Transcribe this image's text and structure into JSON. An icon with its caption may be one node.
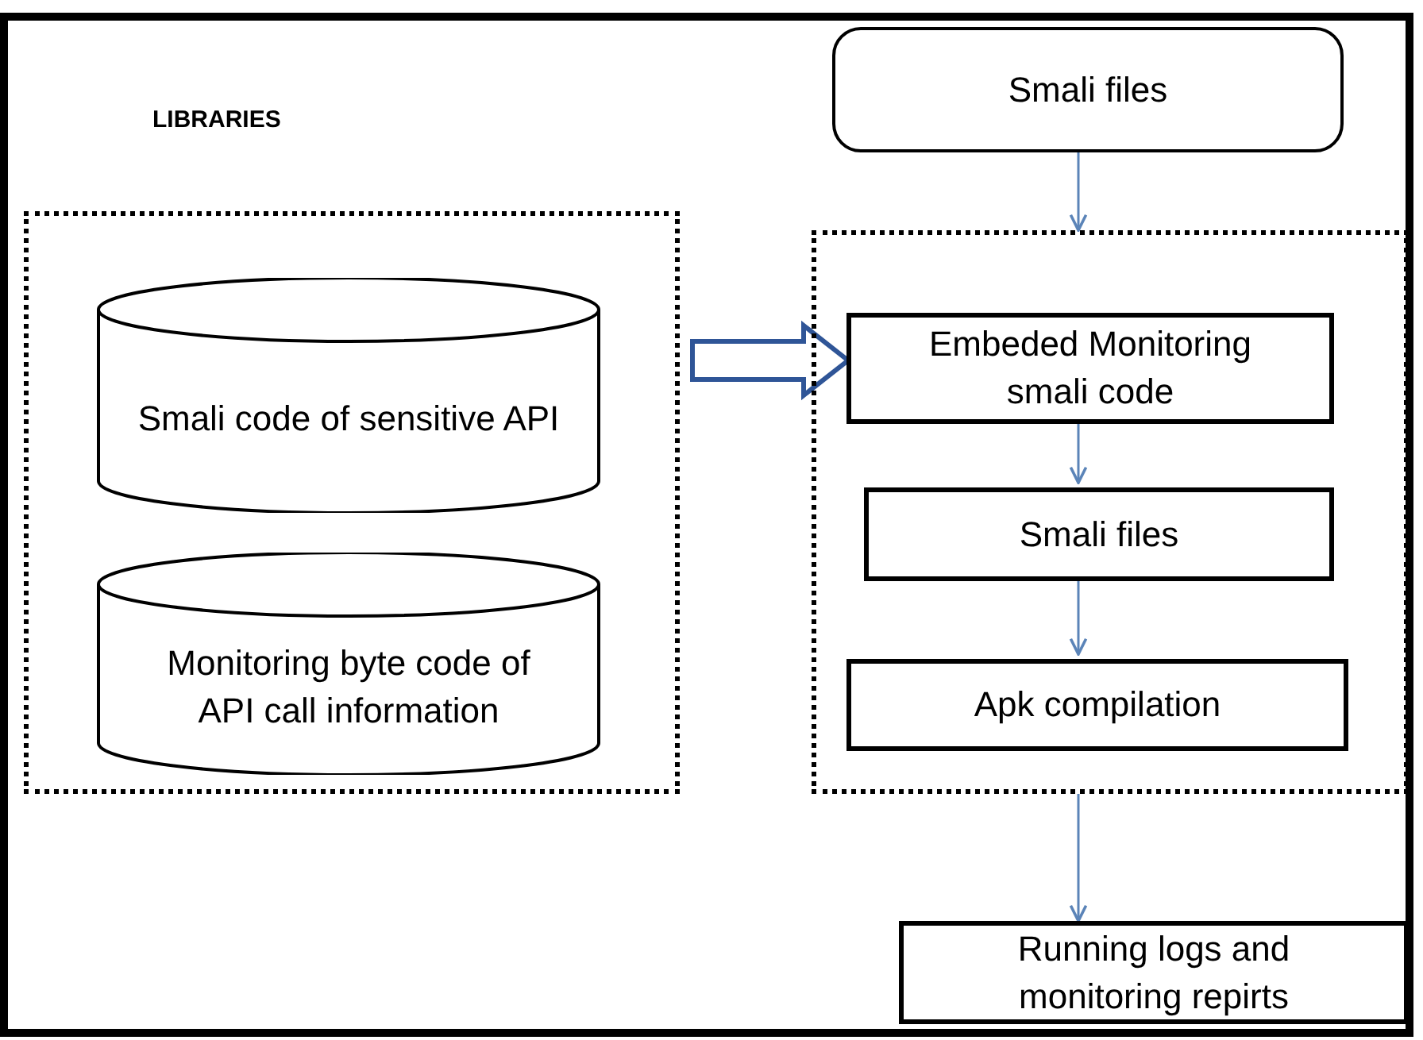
{
  "diagram": {
    "nodes": [
      {
        "text": [
          "LIBRARIES"
        ]
      },
      {
        "text": [
          "Smali code of sensitive API"
        ],
        "in": 0
      },
      {
        "text": [
          "Monitoring byte code of API call information"
        ],
        "in": 0
      },
      {
        "text": [
          "Smali files"
        ]
      },
      {
        "text": [],
        "shape": "box"
      },
      {
        "text": [
          "Embeded Monitoring smali code"
        ],
        "in": 4
      },
      {
        "text": [
          "Smali files"
        ],
        "in": 4
      },
      {
        "text": [
          "Apk compilation"
        ],
        "in": 4
      },
      {
        "text": [
          "Running logs and monitoring repirts"
        ]
      }
    ],
    "edges": [
      {
        "from": 3,
        "to": 4,
        "arrow": "to"
      },
      {
        "from": 0,
        "to": 5,
        "arrow": "to",
        "style": "thick",
        "color": "#2f5597"
      },
      {
        "from": 5,
        "to": 6,
        "arrow": "to"
      },
      {
        "from": 6,
        "to": 7,
        "arrow": "to"
      },
      {
        "from": 4,
        "to": 8,
        "arrow": "to"
      }
    ]
  }
}
